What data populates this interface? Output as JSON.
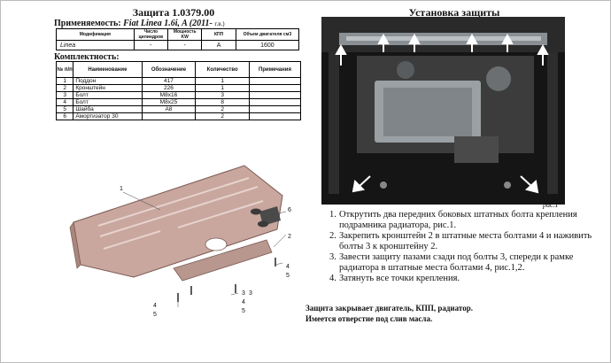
{
  "left_title": "Защита 1.0379.00",
  "applicability": {
    "label": "Применяемость:",
    "car": "Fiat Linea 1.6i, A (2011-",
    "year_suffix": "г.в.)"
  },
  "mod_table": {
    "headers": [
      "Модификация",
      "Число цилиндров",
      "Мощность KW",
      "КПП",
      "Объем двигателя см3"
    ],
    "row": [
      "Linea",
      "-",
      "-",
      "A",
      "1600"
    ]
  },
  "completeness_label": "Комплектность:",
  "parts_table": {
    "headers": [
      "№ п/п",
      "Наименование",
      "Обозначение",
      "Количество",
      "Примечания"
    ],
    "rows": [
      [
        "1",
        "Поддон",
        "417",
        "1",
        ""
      ],
      [
        "2",
        "Кронштейн",
        "226",
        "1",
        ""
      ],
      [
        "3",
        "Болт",
        "М8х16",
        "3",
        ""
      ],
      [
        "4",
        "Болт",
        "М8х25",
        "8",
        ""
      ],
      [
        "5",
        "Шайба",
        "А8",
        "2",
        ""
      ],
      [
        "6",
        "Амортизатор 30",
        "",
        "2",
        ""
      ]
    ]
  },
  "right_title": "Установка защиты",
  "photo_caption": "рис.1",
  "steps": [
    {
      "n": "1.",
      "text": "Открутить два передних боковых штатных болта крепления подрамника радиатора, рис.1."
    },
    {
      "n": "2.",
      "text": "Закрепить кронштейн 2 в штатные места болтами 4 и наживить болты 3 к кронштейну 2."
    },
    {
      "n": "3.",
      "text": "Завести защиту пазами сзади под болты 3, спереди к рамке радиатора в штатные места болтами 4, рис.1,2."
    },
    {
      "n": "4.",
      "text": "Затянуть все точки крепления."
    }
  ],
  "note1": "Защита закрывает двигатель, КПП, радиатор.",
  "note2": "Имеется отверстие под слив масла.",
  "callouts": [
    "1",
    "6",
    "2",
    "4",
    "5",
    "3",
    "4",
    "5",
    "3",
    "4",
    "5"
  ]
}
